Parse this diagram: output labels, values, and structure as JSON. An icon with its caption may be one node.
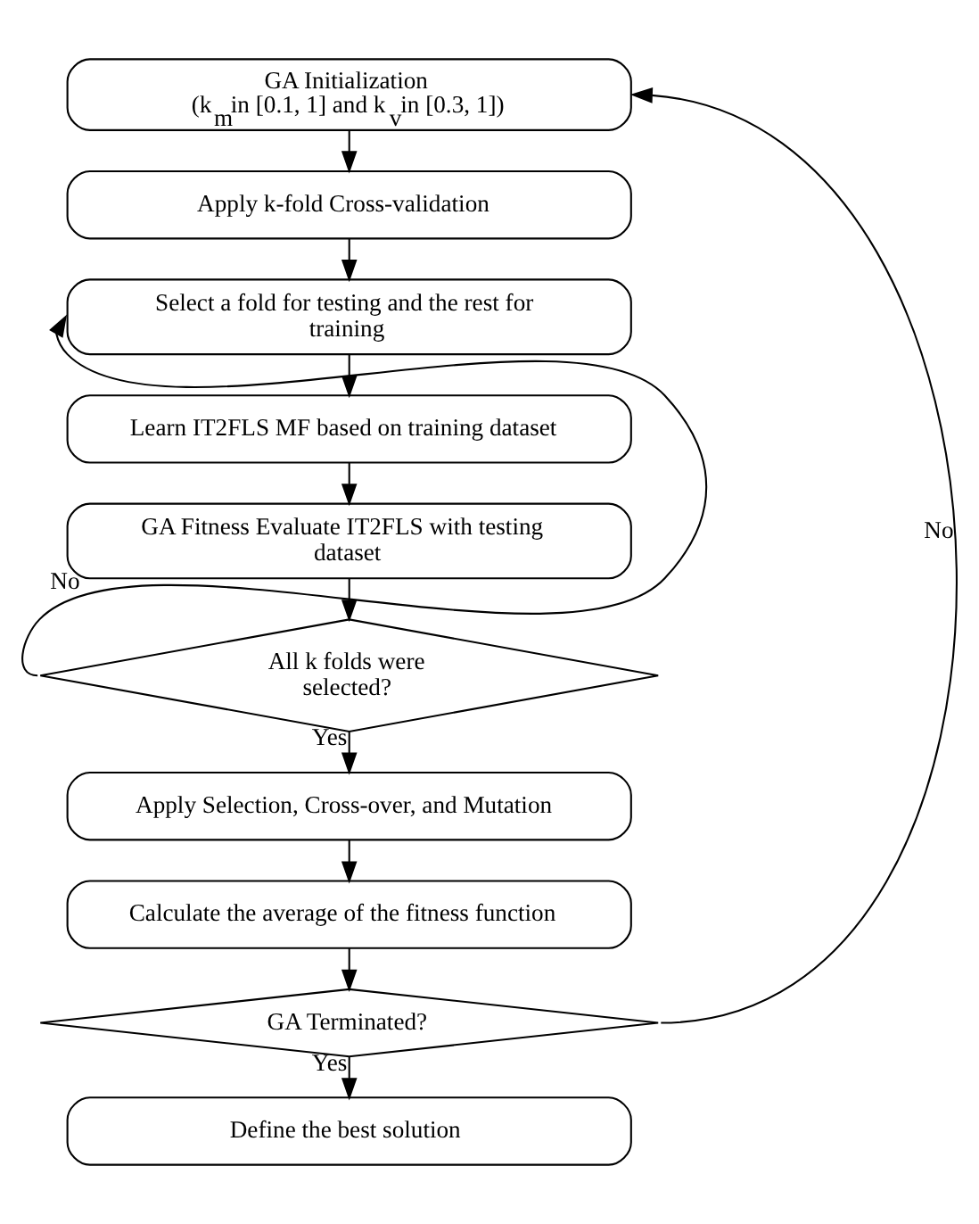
{
  "diagram": {
    "nodes": [
      {
        "text": [
          "GA Initialization",
          "(k$_{m}$in [0.1, 1] and k$_{v}$in [0.3, 1])"
        ]
      },
      {
        "text": [
          "Apply k-fold Cross-validation"
        ]
      },
      {
        "text": [
          "Select a fold for testing and the rest for training"
        ]
      },
      {
        "text": [
          "Learn IT2FLS MF based on training dataset"
        ]
      },
      {
        "text": [
          "GA Fitness Evaluate IT2FLS with testing dataset"
        ]
      },
      {
        "text": [
          "All k folds were selected?"
        ]
      },
      {
        "text": [
          "Apply Selection, Cross-over, and Mutation"
        ]
      },
      {
        "text": [
          "Calculate the average of the fitness function"
        ]
      },
      {
        "text": [
          "GA Terminated?"
        ]
      },
      {
        "text": [
          "Define the best solution"
        ]
      }
    ],
    "edges": [
      {
        "from": 0,
        "to": 1,
        "arrow": "to"
      },
      {
        "from": 1,
        "to": 2,
        "arrow": "to"
      },
      {
        "from": 2,
        "to": 3,
        "arrow": "to"
      },
      {
        "from": 3,
        "to": 4,
        "arrow": "to"
      },
      {
        "from": 4,
        "to": 5,
        "arrow": "to"
      },
      {
        "from": 5,
        "to": 2,
        "arrow": "to",
        "label": "No"
      },
      {
        "from": 5,
        "to": 6,
        "arrow": "to",
        "label": "Yes"
      },
      {
        "from": 6,
        "to": 7,
        "arrow": "to"
      },
      {
        "from": 7,
        "to": 8,
        "arrow": "to"
      },
      {
        "from": 8,
        "to": 9,
        "arrow": "to",
        "label": "Yes"
      },
      {
        "from": 8,
        "to": 0,
        "arrow": "to",
        "label": "No"
      }
    ]
  }
}
